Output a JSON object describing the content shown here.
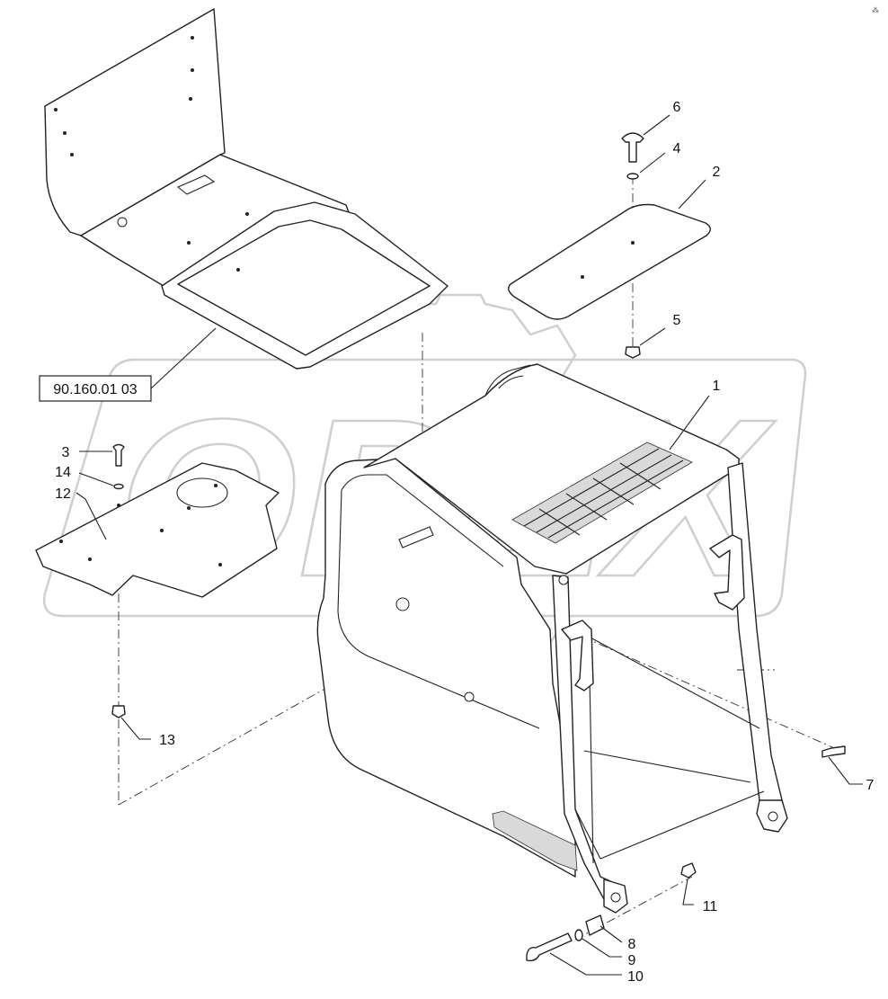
{
  "reference_box": {
    "label": "90.160.01 03"
  },
  "callouts": [
    {
      "id": "c1",
      "label": "1"
    },
    {
      "id": "c2",
      "label": "2"
    },
    {
      "id": "c3",
      "label": "3"
    },
    {
      "id": "c4",
      "label": "4"
    },
    {
      "id": "c5",
      "label": "5"
    },
    {
      "id": "c6",
      "label": "6"
    },
    {
      "id": "c7",
      "label": "7"
    },
    {
      "id": "c8",
      "label": "8"
    },
    {
      "id": "c9",
      "label": "9"
    },
    {
      "id": "c10",
      "label": "10"
    },
    {
      "id": "c11",
      "label": "11"
    },
    {
      "id": "c12",
      "label": "12"
    },
    {
      "id": "c13",
      "label": "13"
    },
    {
      "id": "c14",
      "label": "14"
    }
  ],
  "watermark": {
    "text": "OPEX",
    "color": "#cfcfcf"
  },
  "line_color": "#222222"
}
